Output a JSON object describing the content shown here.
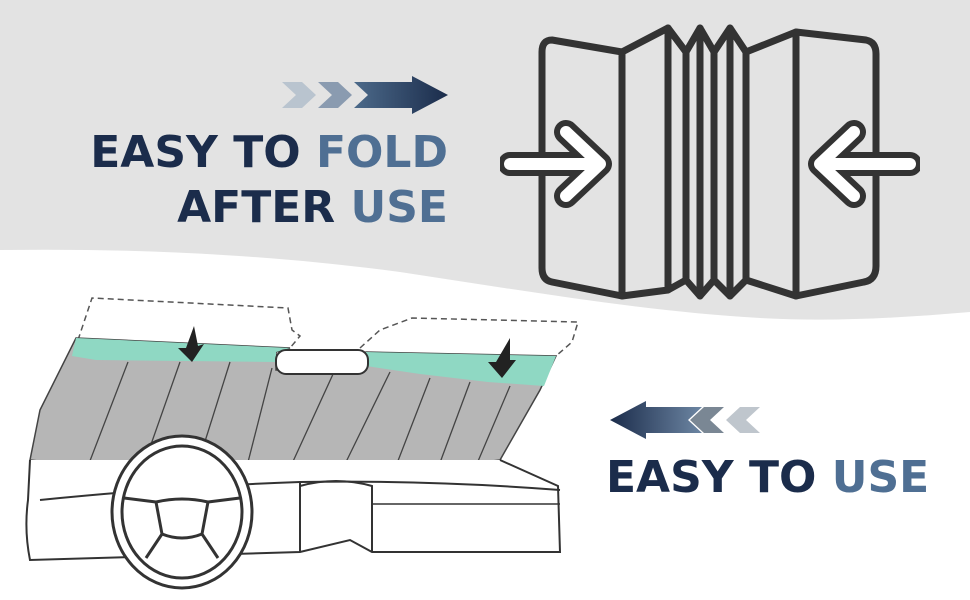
{
  "fold_section": {
    "headline_line1_a": "EASY TO ",
    "headline_line1_b": "FOLD",
    "headline_line2_a": "AFTER ",
    "headline_line2_b": "USE",
    "arrow_direction": "right",
    "illustration": "folded-sunshade-with-compress-arrows"
  },
  "use_section": {
    "headline_a": "EASY TO ",
    "headline_b": "USE",
    "arrow_direction": "left",
    "illustration": "car-windshield-sunshade-install"
  },
  "colors": {
    "top_background": "#e3e3e3",
    "text_dark": "#1b2c4b",
    "text_light": "#4f6f93",
    "accent_teal": "#8fd8c3",
    "shade_gray": "#b6b6b6",
    "line": "#333333"
  }
}
